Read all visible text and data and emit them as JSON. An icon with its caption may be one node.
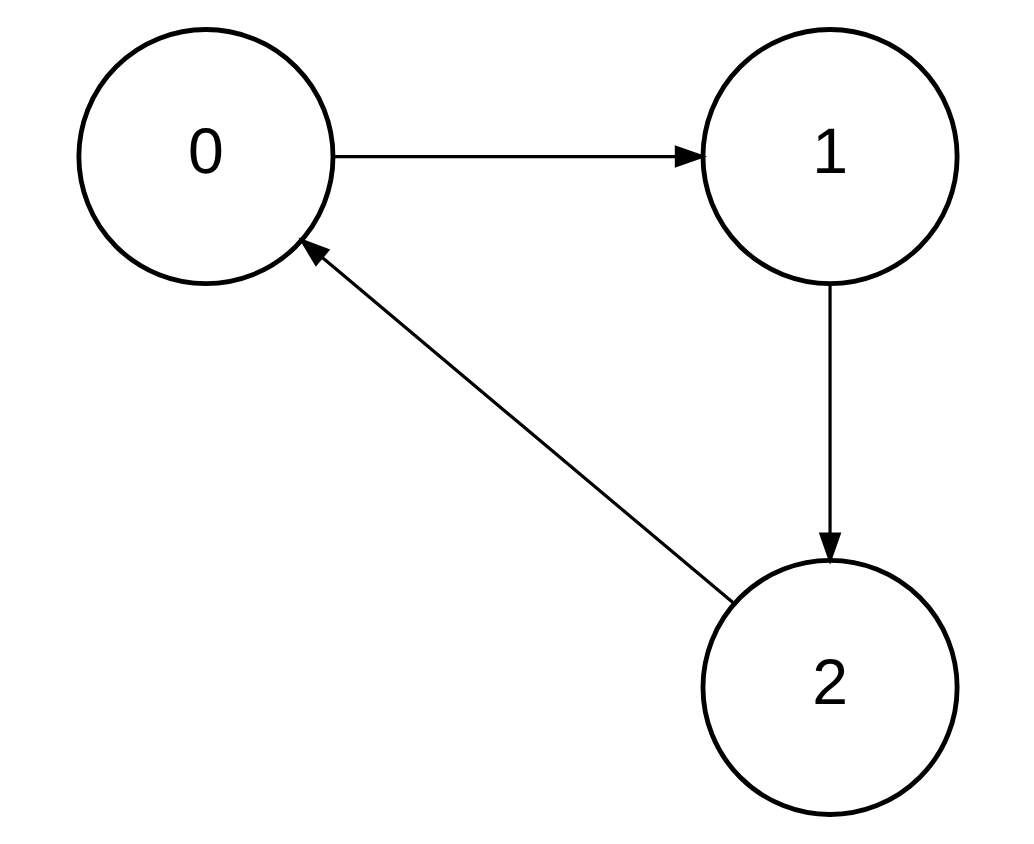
{
  "diagram": {
    "nodes": [
      {
        "text": [
          "0"
        ]
      },
      {
        "text": [
          "1"
        ]
      },
      {
        "text": [
          "2"
        ]
      }
    ],
    "edges": [
      {
        "from": 0,
        "to": 1,
        "arrow": "to"
      },
      {
        "from": 1,
        "to": 2,
        "arrow": "to"
      },
      {
        "from": 2,
        "to": 0,
        "arrow": "to"
      }
    ]
  }
}
